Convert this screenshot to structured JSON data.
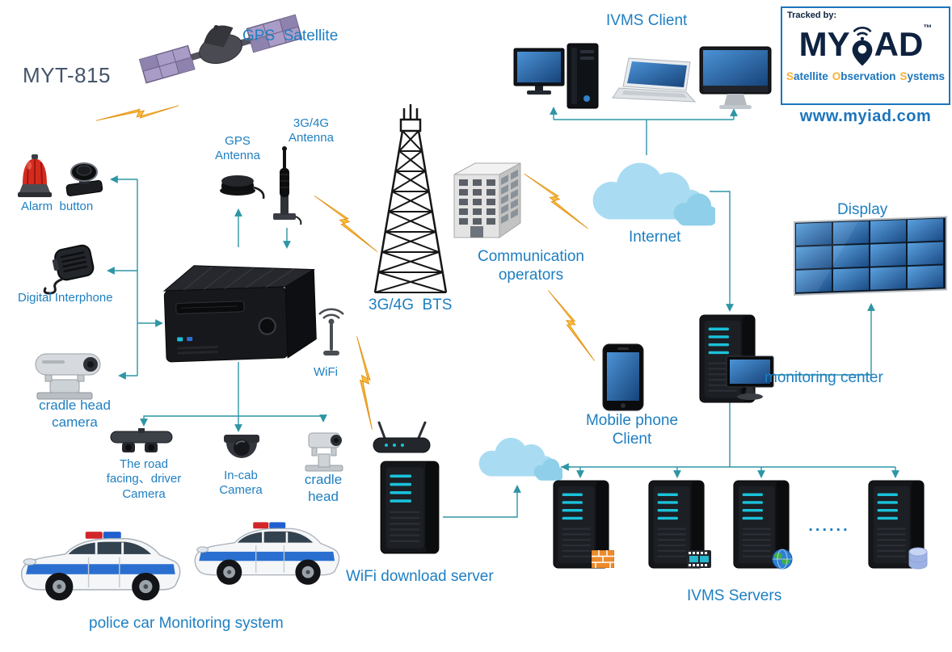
{
  "colors": {
    "label": "#1E7FC2",
    "title": "#44546A",
    "connector": "#2E95A5",
    "lightning": "#FFC010",
    "cloud": "#A9DCF2",
    "logo_navy": "#0E2240",
    "logo_blue": "#1C75BC",
    "logo_yellow": "#F9B233",
    "led_teal": "#19C2DA"
  },
  "labels": {
    "title": "MYT-815",
    "gps_satellite": "GPS  Satellite",
    "ivms_client": "IVMS Client",
    "gps_antenna": "GPS\nAntenna",
    "antenna_3g4g": "3G/4G\nAntenna",
    "alarm_button": "Alarm  button",
    "digital_interphone": "Digital Interphone",
    "bts": "3G/4G  BTS",
    "communication_operators": "Communication\noperators",
    "internet": "Internet",
    "display": "Display",
    "wifi": "WiFi",
    "cradle_head_camera": "cradle head\ncamera",
    "road_camera": "The road\nfacing、driver\nCamera",
    "in_cab_camera": "In-cab\nCamera",
    "cradle_head": "cradle\nhead",
    "wifi_download_server": "WiFi download server",
    "mobile_phone_client": "Mobile phone\nClient",
    "monitoring_center": "monitoring center",
    "ivms_servers": "IVMS Servers",
    "server_dots": "......",
    "police_car_system": "police car Monitoring system"
  },
  "logo": {
    "tracked_by": "Tracked by:",
    "brand_prefix": "MY",
    "brand_suffix": "AD",
    "trademark": "™",
    "tagline": [
      {
        "initial": "S",
        "rest": "atellite"
      },
      {
        "initial": "O",
        "rest": "bservation"
      },
      {
        "initial": "S",
        "rest": "ystems"
      }
    ],
    "website": "www.myiad.com"
  }
}
